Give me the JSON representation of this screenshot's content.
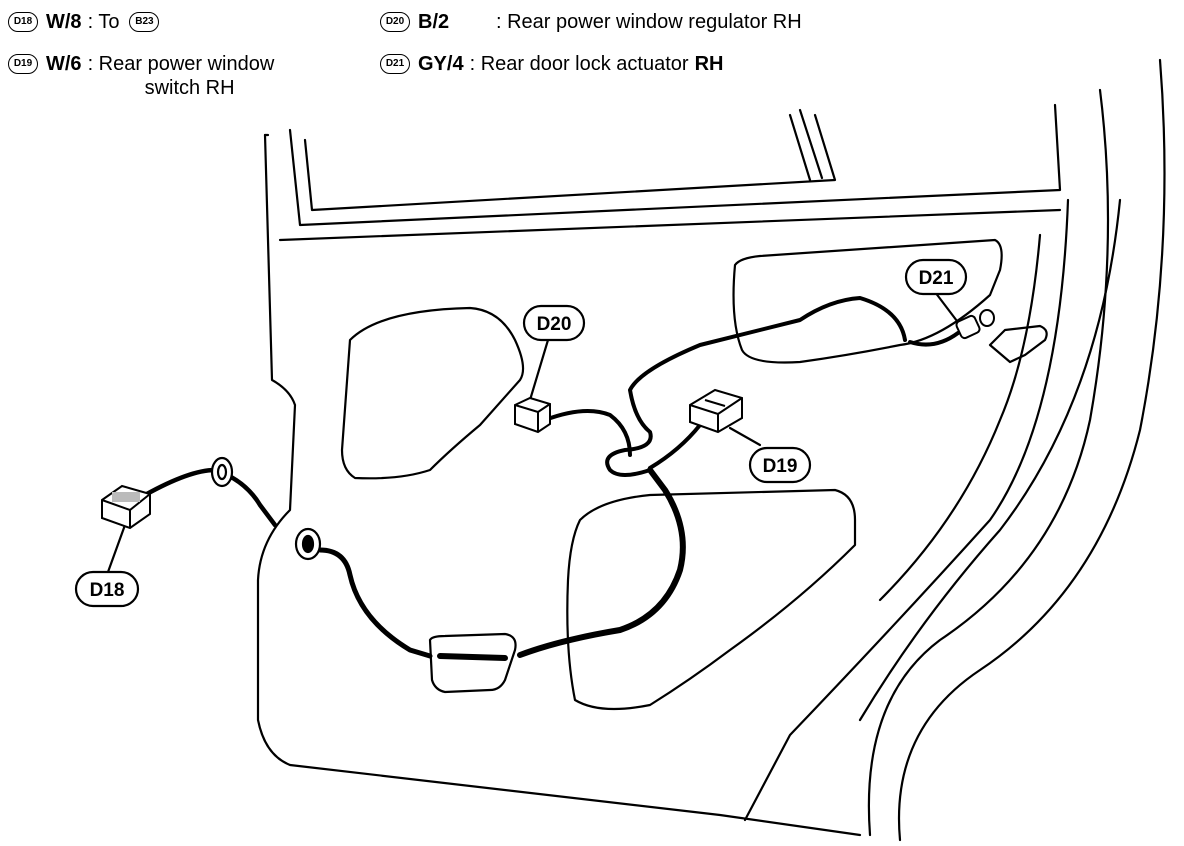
{
  "legend": {
    "d18": {
      "badge": "D18",
      "code": "W/8",
      "text": ": To",
      "ref_badge": "B23"
    },
    "d19": {
      "badge": "D19",
      "code": "W/6",
      "text_line1": ": Rear power window",
      "text_line2": "switch RH"
    },
    "d20": {
      "badge": "D20",
      "code": "B/2",
      "text": ": Rear power window regulator RH"
    },
    "d21": {
      "badge": "D21",
      "code": "GY/4",
      "text": ": Rear door lock actuator",
      "text_suffix": "RH"
    }
  },
  "callouts": {
    "d18": "D18",
    "d19": "D19",
    "d20": "D20",
    "d21": "D21"
  }
}
